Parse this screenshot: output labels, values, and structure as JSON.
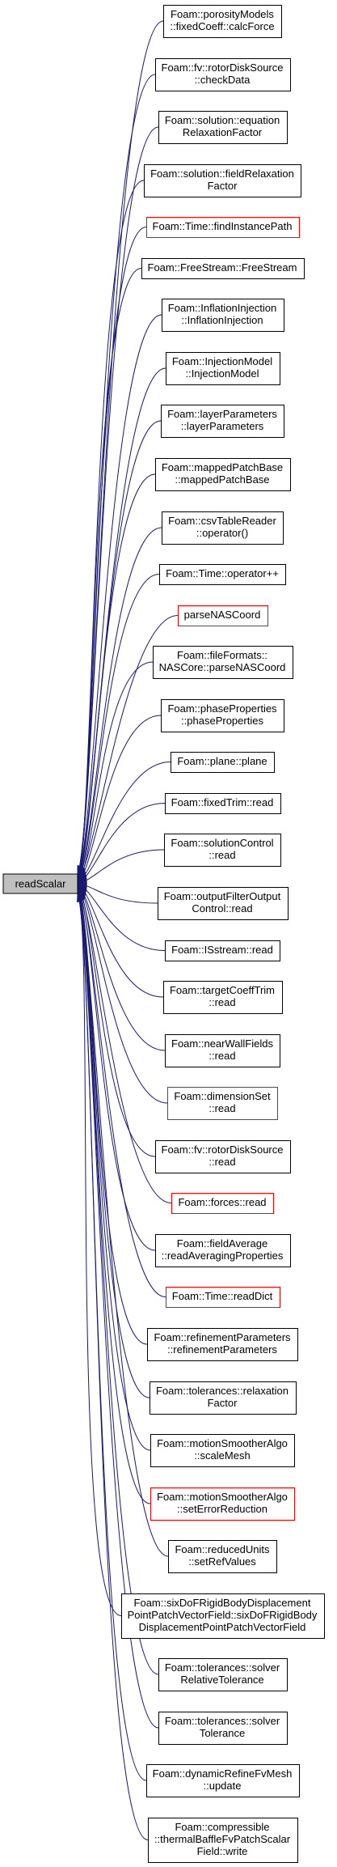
{
  "root": {
    "label": "readScalar"
  },
  "colors": {
    "edge": "#191970",
    "node_border": "#000000",
    "node_border_undocumented": "#ff0000",
    "root_fill": "#bfbfbf",
    "node_fill": "#ffffff"
  },
  "callers": [
    {
      "lines": [
        "Foam::porosityModels",
        "::fixedCoeff::calcForce"
      ],
      "red": false
    },
    {
      "lines": [
        "Foam::fv::rotorDiskSource",
        "::checkData"
      ],
      "red": false
    },
    {
      "lines": [
        "Foam::solution::equation",
        "RelaxationFactor"
      ],
      "red": false
    },
    {
      "lines": [
        "Foam::solution::fieldRelaxation",
        "Factor"
      ],
      "red": false
    },
    {
      "lines": [
        "Foam::Time::findInstancePath"
      ],
      "red": true
    },
    {
      "lines": [
        "Foam::FreeStream::FreeStream"
      ],
      "red": false
    },
    {
      "lines": [
        "Foam::InflationInjection",
        "::InflationInjection"
      ],
      "red": false
    },
    {
      "lines": [
        "Foam::InjectionModel",
        "::InjectionModel"
      ],
      "red": false
    },
    {
      "lines": [
        "Foam::layerParameters",
        "::layerParameters"
      ],
      "red": false
    },
    {
      "lines": [
        "Foam::mappedPatchBase",
        "::mappedPatchBase"
      ],
      "red": false
    },
    {
      "lines": [
        "Foam::csvTableReader",
        "::operator()"
      ],
      "red": false
    },
    {
      "lines": [
        "Foam::Time::operator++"
      ],
      "red": false
    },
    {
      "lines": [
        "parseNASCoord"
      ],
      "red": true
    },
    {
      "lines": [
        "Foam::fileFormats::",
        "NASCore::parseNASCoord"
      ],
      "red": false
    },
    {
      "lines": [
        "Foam::phaseProperties",
        "::phaseProperties"
      ],
      "red": false
    },
    {
      "lines": [
        "Foam::plane::plane"
      ],
      "red": false
    },
    {
      "lines": [
        "Foam::fixedTrim::read"
      ],
      "red": false
    },
    {
      "lines": [
        "Foam::solutionControl",
        "::read"
      ],
      "red": false
    },
    {
      "lines": [
        "Foam::outputFilterOutput",
        "Control::read"
      ],
      "red": false
    },
    {
      "lines": [
        "Foam::ISstream::read"
      ],
      "red": false
    },
    {
      "lines": [
        "Foam::targetCoeffTrim",
        "::read"
      ],
      "red": false
    },
    {
      "lines": [
        "Foam::nearWallFields",
        "::read"
      ],
      "red": false
    },
    {
      "lines": [
        "Foam::dimensionSet",
        "::read"
      ],
      "red": true
    },
    {
      "lines": [
        "Foam::fv::rotorDiskSource",
        "::read"
      ],
      "red": false
    },
    {
      "lines": [
        "Foam::forces::read"
      ],
      "red": true
    },
    {
      "lines": [
        "Foam::fieldAverage",
        "::readAveragingProperties"
      ],
      "red": false
    },
    {
      "lines": [
        "Foam::Time::readDict"
      ],
      "red": true
    },
    {
      "lines": [
        "Foam::refinementParameters",
        "::refinementParameters"
      ],
      "red": false
    },
    {
      "lines": [
        "Foam::tolerances::relaxation",
        "Factor"
      ],
      "red": false
    },
    {
      "lines": [
        "Foam::motionSmootherAlgo",
        "::scaleMesh"
      ],
      "red": false
    },
    {
      "lines": [
        "Foam::motionSmootherAlgo",
        "::setErrorReduction"
      ],
      "red": true
    },
    {
      "lines": [
        "Foam::reducedUnits",
        "::setRefValues"
      ],
      "red": false
    },
    {
      "lines": [
        "Foam::sixDoFRigidBodyDisplacement",
        "PointPatchVectorField::sixDoFRigidBody",
        "DisplacementPointPatchVectorField"
      ],
      "red": false
    },
    {
      "lines": [
        "Foam::tolerances::solver",
        "RelativeTolerance"
      ],
      "red": false
    },
    {
      "lines": [
        "Foam::tolerances::solver",
        "Tolerance"
      ],
      "red": false
    },
    {
      "lines": [
        "Foam::dynamicRefineFvMesh",
        "::update"
      ],
      "red": false
    },
    {
      "lines": [
        "Foam::compressible",
        "::thermalBaffleFvPatchScalar",
        "Field::write"
      ],
      "red": false
    }
  ]
}
